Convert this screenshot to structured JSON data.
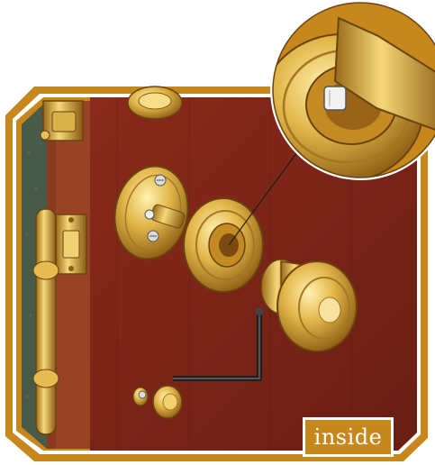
{
  "illustration": {
    "tag_label": "inside",
    "colors": {
      "frame_gold": "#c6871c",
      "door_mahogany": "#7a2418",
      "jamb_green": "#4a5a48",
      "brass": "#d4a63a",
      "allen_key": "#2a2a2a"
    },
    "parts": [
      "door-edge-with-latch",
      "mounting-plate-icon",
      "rosette-icon",
      "knob-icon",
      "allen-key-icon",
      "small-knob-icon",
      "magnified-detail-inset"
    ]
  }
}
